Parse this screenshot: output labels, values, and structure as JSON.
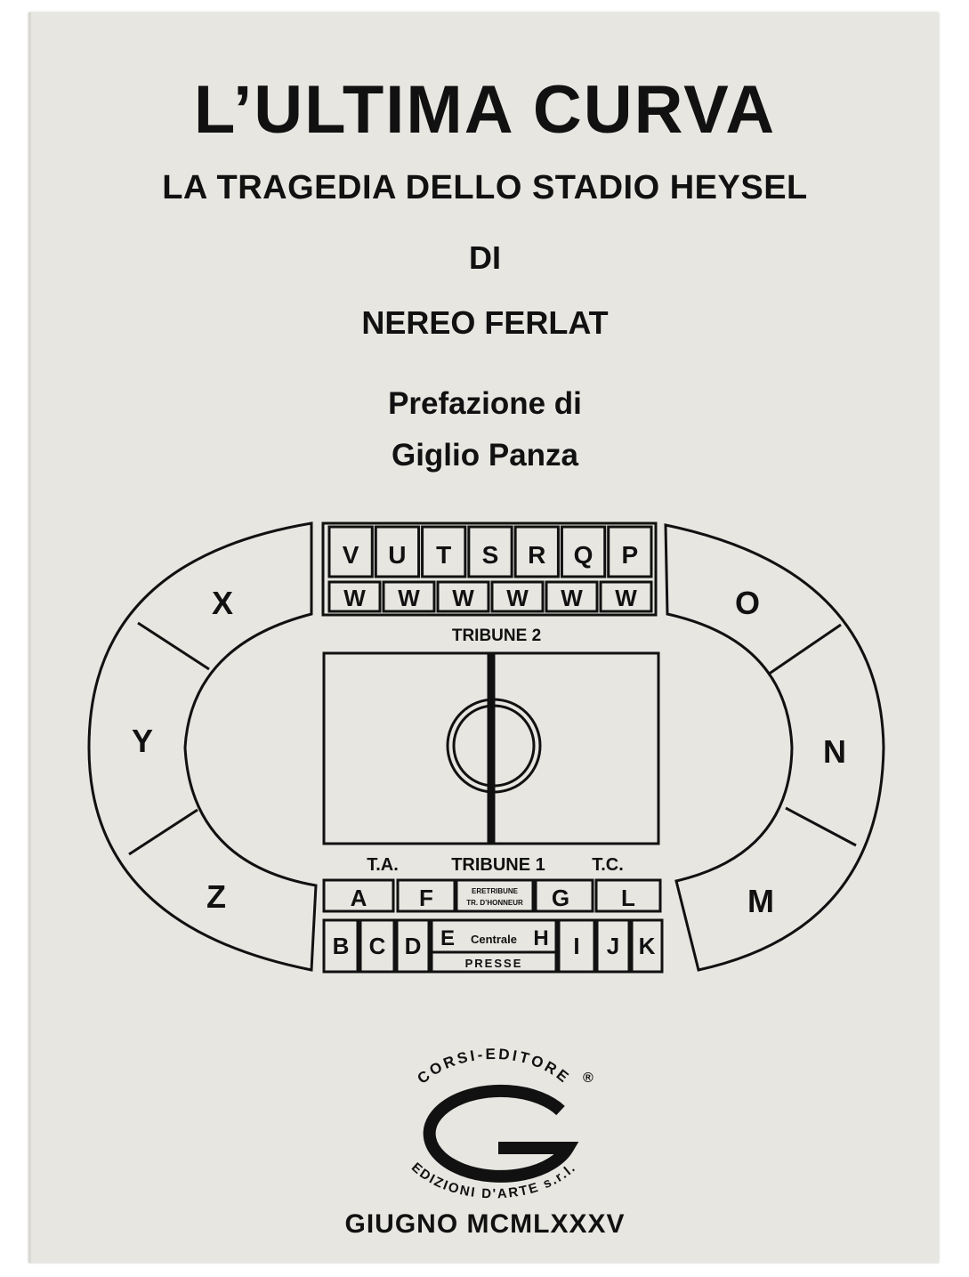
{
  "cover": {
    "title": "L’ULTIMA CURVA",
    "subtitle": "LA TRAGEDIA DELLO STADIO HEYSEL",
    "by": "DI",
    "author": "NEREO FERLAT",
    "preface_line1": "Prefazione di",
    "preface_line2": "Giglio Panza",
    "publication_date": "GIUGNO MCMLXXXV"
  },
  "stadium": {
    "left_curve": [
      "X",
      "Y",
      "Z"
    ],
    "right_curve": [
      "O",
      "N",
      "M"
    ],
    "tribune2_top": [
      "V",
      "U",
      "T",
      "S",
      "R",
      "Q",
      "P"
    ],
    "tribune2_bottom": [
      "W",
      "W",
      "W",
      "W",
      "W",
      "W"
    ],
    "tribune2_label": "TRIBUNE 2",
    "ta_label": "T.A.",
    "tribune1_label": "TRIBUNE 1",
    "tc_label": "T.C.",
    "tribune1_top": {
      "a": "A",
      "f": "F",
      "honor1": "ERETRIBUNE",
      "honor2": "TR. D’HONNEUR",
      "g": "G",
      "l": "L"
    },
    "tribune1_bottom": {
      "b": "B",
      "c": "C",
      "d": "D",
      "e": "E",
      "centrale": "Centrale",
      "h": "H",
      "i": "I",
      "j": "J",
      "k": "K",
      "presse": "PRESSE"
    }
  },
  "publisher": {
    "top_text": "CORSI-EDITORE",
    "registered": "®",
    "bottom_text": "EDIZIONI D'ARTE s.r.l."
  }
}
